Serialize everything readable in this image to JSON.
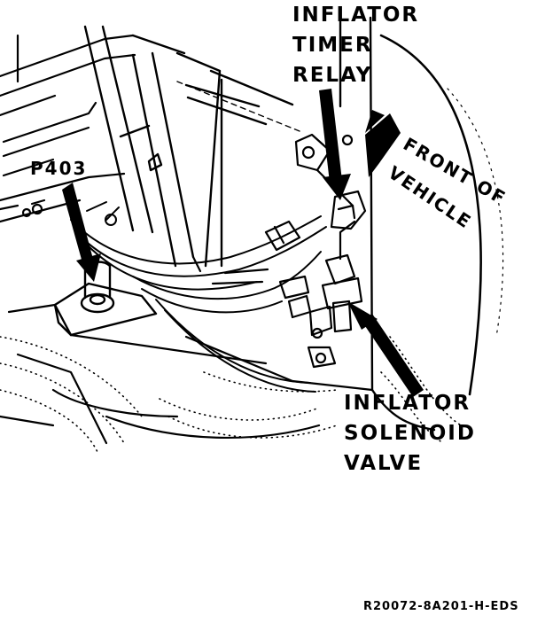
{
  "labels": {
    "timer_relay": [
      "INFLATOR",
      "TIMER",
      "RELAY"
    ],
    "connector": "P403",
    "front_vehicle": [
      "FRONT OF",
      "VEHICLE"
    ],
    "solenoid_valve": [
      "INFLATOR",
      "SOLENOID",
      "VALVE"
    ],
    "figure_code": "R20072-8A201-H-EDS"
  }
}
